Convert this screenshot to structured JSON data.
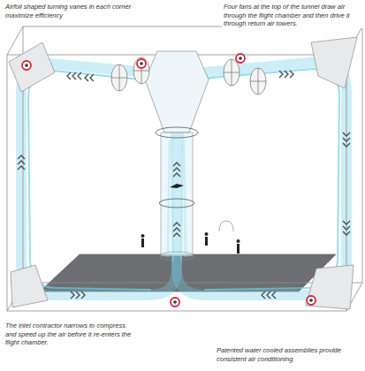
{
  "diagram": {
    "labels": [
      "Airfoil shaped turning vanes in each corner maximize efficiency",
      "Four fans at the top of the tunnel draw air through the flight chamber and then drive it through return air towers.",
      "The inlet contractor narrows to compress and speed up the air before it re-enters the flight chamber.",
      "Patented water cooled assemblies provide consistent air conditioning"
    ]
  }
}
